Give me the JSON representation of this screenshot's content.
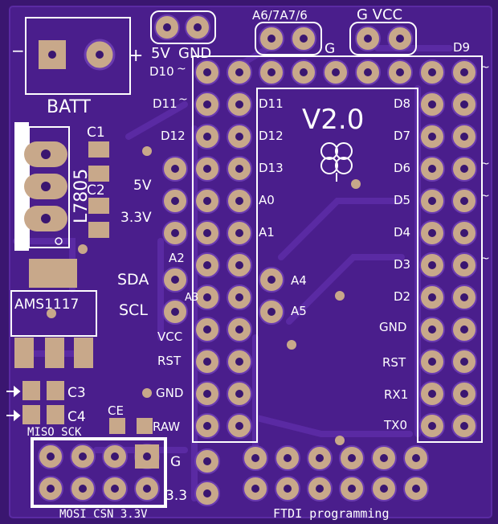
{
  "colors": {
    "board": "#4a1e8c",
    "board_edge": "#3a1670",
    "trace": "#5a2aa3",
    "pad": "#c8a88a",
    "pad_ring": "#6a3bb0",
    "silk": "#ffffff"
  },
  "labels": {
    "top_a6a7": "A6/7A7/6",
    "top_g_vcc": "G VCC",
    "top_g": "G",
    "top_5v": "5V",
    "top_gnd": "GND",
    "plus": "+",
    "minus": "−",
    "batt": "BATT",
    "d9": "D9",
    "d10": "D10",
    "d11_left": "D11",
    "d11_inner": "D11",
    "d12_left": "D12",
    "d12_inner": "D12",
    "d13": "D13",
    "a0": "A0",
    "a1": "A1",
    "version": "V2.0",
    "d8": "D8",
    "d7": "D7",
    "d6": "D6",
    "d5": "D5",
    "d4": "D4",
    "d3": "D3",
    "d2": "D2",
    "gnd_right": "GND",
    "rst_right": "RST",
    "rx1": "RX1",
    "tx0": "TX0",
    "c1": "C1",
    "c2": "C2",
    "l7805": "L7805",
    "v5": "5V",
    "v33": "3.3V",
    "a2": "A2",
    "sda": "SDA",
    "scl": "SCL",
    "a3": "A3",
    "a4": "A4",
    "a5": "A5",
    "vcc": "VCC",
    "rst_left": "RST",
    "gnd_left": "GND",
    "raw": "RAW",
    "ams1117": "AMS1117",
    "c3": "C3",
    "c4": "C4",
    "ce": "CE",
    "miso_sck": "MISO SCK",
    "mosi_csn": "MOSI CSN 3.3V",
    "g_bottom": "G",
    "v33_bottom": "3.3",
    "ftdi": "FTDI programming"
  }
}
